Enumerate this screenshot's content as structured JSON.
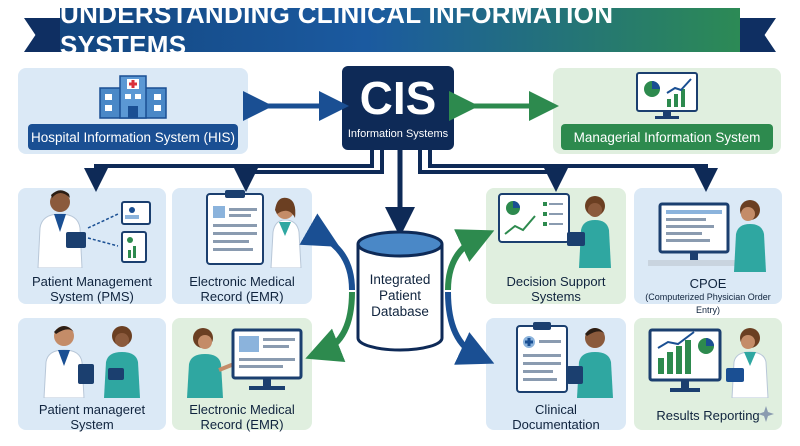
{
  "title": "UNDERSTANDING CLINICAL INFORMATION SYSTEMS",
  "center": {
    "title": "CIS",
    "subtitle": "Information Systems"
  },
  "left_top": {
    "label": "Hospital Information System (HIS)"
  },
  "right_top": {
    "label": "Managerial Information System"
  },
  "database": {
    "label_line1": "Integrated",
    "label_line2": "Patient",
    "label_line3": "Database"
  },
  "cards": [
    {
      "line1": "Patient Management",
      "line2": "System (PMS)"
    },
    {
      "line1": "Electronic Medical",
      "line2": "Record (EMR)"
    },
    {
      "line1": "Decision Support",
      "line2": "Systems"
    },
    {
      "line1": "CPOE",
      "line2": "(Computerized Physician Order Entry)"
    },
    {
      "line1": "Patient manageret",
      "line2": "System"
    },
    {
      "line1": "Electronic Medical",
      "line2": "Record (EMR)"
    },
    {
      "line1": "Clinical",
      "line2": "Documentation"
    },
    {
      "line1": "Results Reporting",
      "line2": ""
    }
  ],
  "colors": {
    "navy": "#0e2a57",
    "blue": "#1a4f93",
    "green": "#2d8a4e",
    "panel_blue": "#dbe9f6",
    "panel_green": "#e0efdf"
  }
}
